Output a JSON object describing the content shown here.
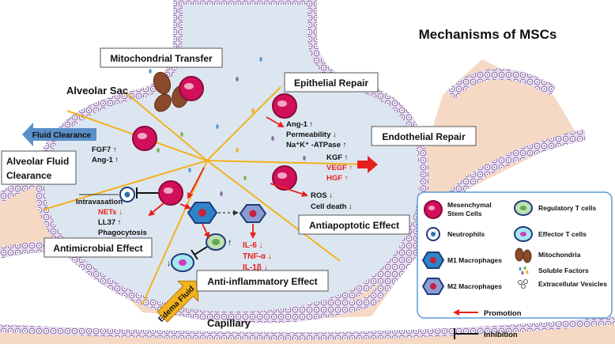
{
  "title": "Mechanisms of MSCs",
  "regions": {
    "alveolar_sac": "Alveolar Sac",
    "capillary": "Capillary",
    "edema_fluid": "Edema Fluid",
    "fluid_clearance": "Fluid Clearance"
  },
  "effects": {
    "mitochondrial_transfer": "Mitochondrial Transfer",
    "epithelial_repair": "Epithelial Repair",
    "endothelial_repair": "Endothelial Repair",
    "alveolar_fluid_clearance_1": "Alveolar Fluid",
    "alveolar_fluid_clearance_2": "Clearance",
    "antimicrobial": "Antimicrobial Effect",
    "antiapoptotic": "Antiapoptotic Effect",
    "anti_inflammatory": "Anti-inflammatory Effect"
  },
  "factors": {
    "epithelial": [
      "Ang-1 ↑",
      "Permeability ↓",
      "Na⁺K⁺ -ATPase ↑"
    ],
    "fluid": [
      "FGF7 ↑",
      "Ang-1 ↑"
    ],
    "endothelial": [
      {
        "text": "KGF ↑",
        "color": "#111111"
      },
      {
        "text": "VEGF ↑",
        "color": "#e8201c"
      },
      {
        "text": "HGF ↑",
        "color": "#e8201c"
      }
    ],
    "antiapoptotic": [
      "ROS ↓",
      "Cell death ↓"
    ],
    "antimicrobial": [
      {
        "text": "Intravasation",
        "color": "#111111"
      },
      {
        "text": "NETs ↓",
        "color": "#e8201c"
      },
      {
        "text": "LL37 ↑",
        "color": "#111111"
      },
      {
        "text": "Phagocytosis",
        "color": "#111111"
      }
    ],
    "inflammatory": [
      "IL-6 ↓",
      "TNF-α ↓",
      "IL-1β ↓"
    ]
  },
  "legend": {
    "msc_1": "Mesenchymal",
    "msc_2": "Stem Cells",
    "neutrophils": "Neutrophils",
    "m1": "M1 Macrophages",
    "m2": "M2 Macrophages",
    "treg": "Regulatory T cells",
    "teff": "Effector T cells",
    "mito": "Mitochondria",
    "soluble": "Soluble Factors",
    "ev": "Extracellular Vesicles",
    "promotion": "Promotion",
    "inhibition": "Inhibition"
  },
  "colors": {
    "alveolus_fill": "#dce6f1",
    "capillary_fill": "#f6d9c4",
    "capillary_band": "#8a6aa6",
    "msc": "#d2105a",
    "promotion_arrow": "#e8201c",
    "ray": "#f2b21d",
    "fluid_clearance_arrow": "#5b8fc9",
    "edema_arrow": "#f2b21d",
    "legend_border": "#5b9bd5"
  }
}
